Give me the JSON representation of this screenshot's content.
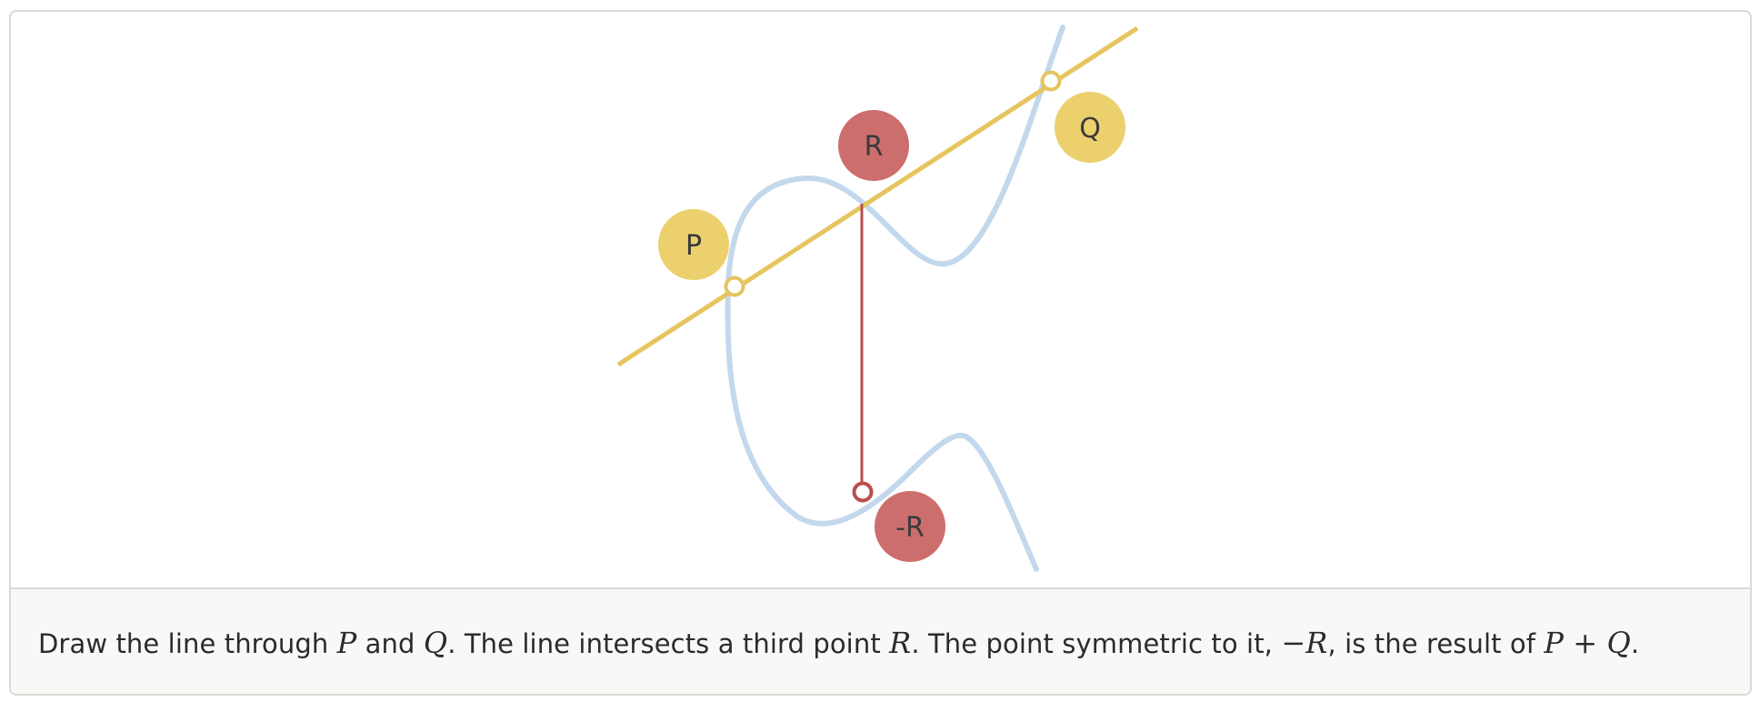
{
  "diagram": {
    "labels": {
      "p": "P",
      "q": "Q",
      "r": "R",
      "neg_r": "-R"
    },
    "colors": {
      "curve": "#c3d8ec",
      "line": "#e6c55f",
      "point_yellow": "#ecd06e",
      "point_red": "#cd6e6e",
      "vertical": "#b84f4f"
    }
  },
  "caption": {
    "t1": "Draw the line through ",
    "m1": "P",
    "t2": " and ",
    "m2": "Q",
    "t3": ". The line intersects a third point ",
    "m3": "R",
    "t4": ". The point symmetric to it, ",
    "m4": "−R",
    "t5": ", is the result of ",
    "m5": "P + Q",
    "t6": "."
  }
}
